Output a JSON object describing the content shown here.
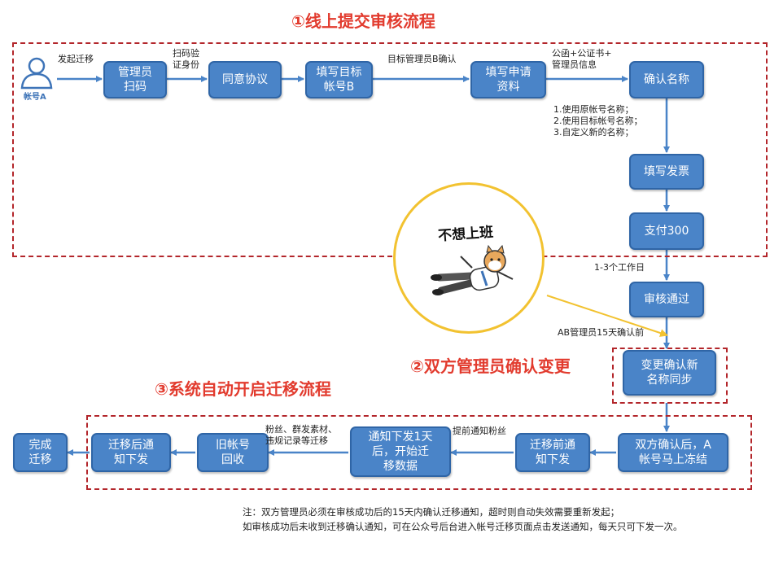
{
  "titles": {
    "step1": "①线上提交审核流程",
    "step2": "②双方管理员确认变更",
    "step3": "③系统自动开启迁移流程"
  },
  "account_a": "帐号A",
  "nodes": {
    "admin_scan": "管理员\n扫码",
    "agree": "同意协议",
    "target_account": "填写目标\n帐号B",
    "fill_info": "填写申请\n资料",
    "confirm_name": "确认名称",
    "invoice": "填写发票",
    "pay": "支付300",
    "approved": "审核通过",
    "sync_name": "变更确认新\n名称同步",
    "freeze": "双方确认后，A\n帐号马上冻结",
    "pre_notice": "迁移前通\n知下发",
    "start_migrate": "通知下发1天\n后，开始迁\n移数据",
    "recycle": "旧帐号\n回收",
    "post_notice": "迁移后通\n知下发",
    "done": "完成\n迁移"
  },
  "labels": {
    "initiate": "发起迁移",
    "scan_verify": "扫码验\n证身份",
    "b_admin_confirm": "目标管理员B确认",
    "docs": "公函+公证书+\n管理员信息",
    "name_options": "1.使用原帐号名称；\n2.使用目标帐号名称；\n3.自定义新的名称；",
    "days": "1-3个工作日",
    "ab_confirm": "AB管理员15天确认前",
    "notify_fans": "提前通知粉丝",
    "migrate_items": "粉丝、群发素材、\n违规记录等迁移"
  },
  "sticker": {
    "text": "不想上班"
  },
  "notes": {
    "line1": "注：双方管理员必须在审核成功后的15天内确认迁移通知，超时则自动失效需要重新发起；",
    "line2": "如审核成功后未收到迁移确认通知，可在公众号后台进入帐号迁移页面点击发送通知，每天只可下发一次。"
  },
  "colors": {
    "box_fill": "#4a84c8",
    "box_border": "#2f65a6",
    "title_red": "#e23b2e",
    "dash_red": "#b3262b",
    "arrow": "#4a84c8",
    "sticker_ring": "#f2c230"
  }
}
